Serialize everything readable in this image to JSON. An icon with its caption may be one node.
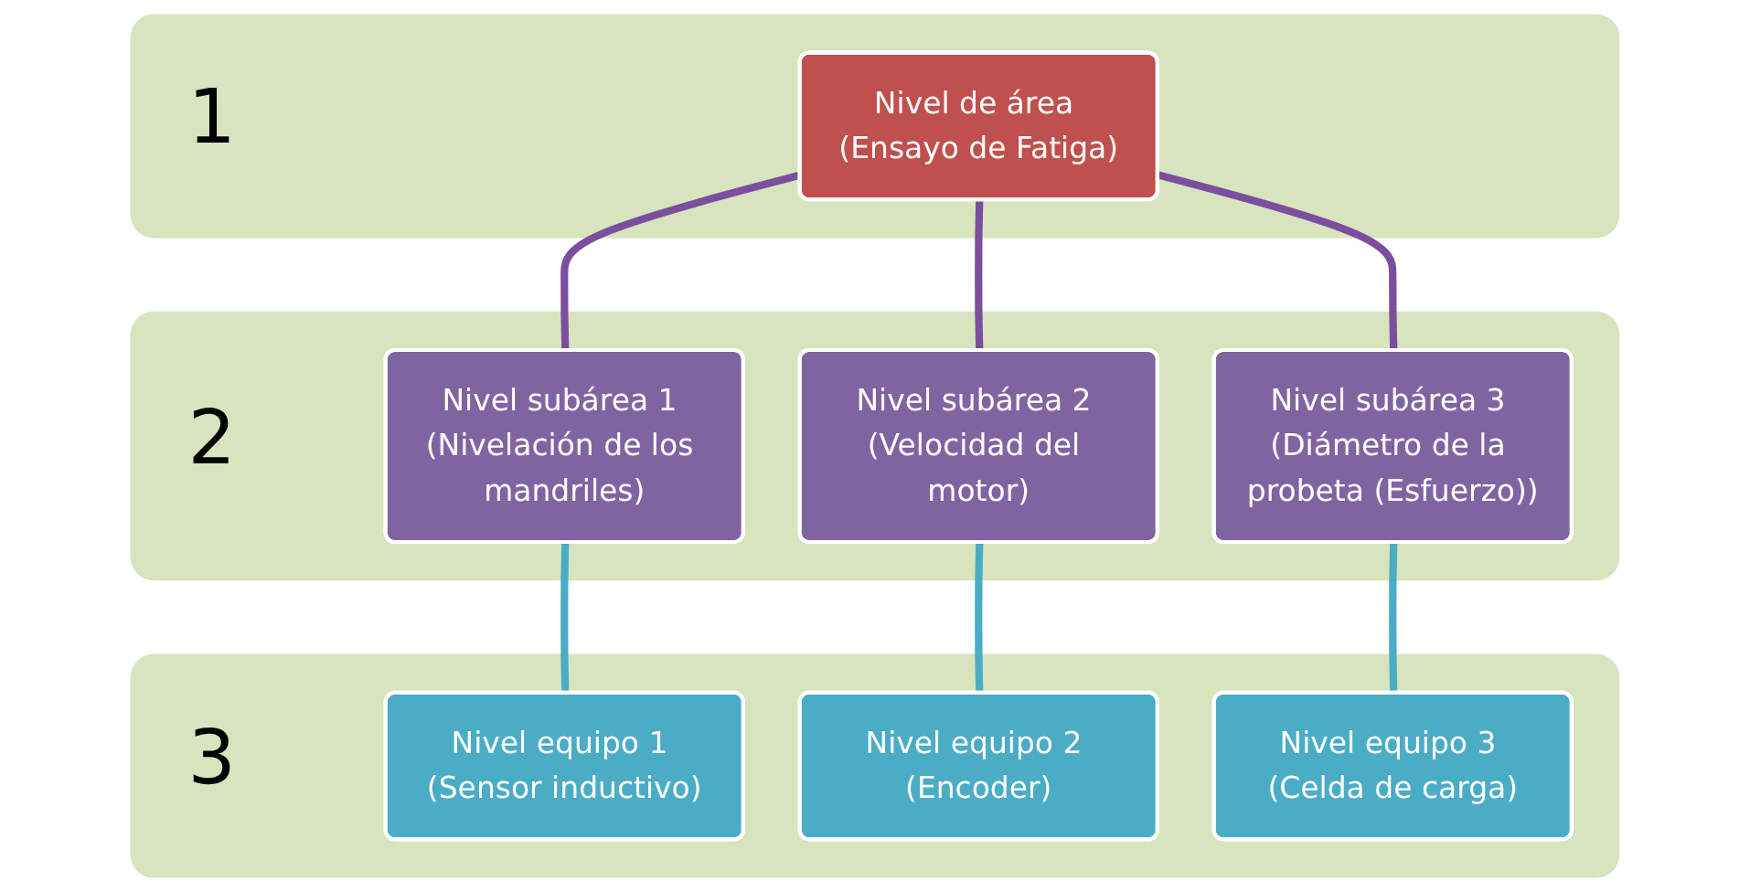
{
  "diagram": {
    "nodes": [
      {
        "text": [
          "1"
        ]
      },
      {
        "text": [
          "Nivel de área (Ensayo de Fatiga)"
        ],
        "in": 0
      },
      {
        "text": [
          "2"
        ]
      },
      {
        "text": [
          "Nivel subárea 1 (Nivelación de los mandriles)"
        ],
        "in": 2
      },
      {
        "text": [
          "Nivel subárea 2 (Velocidad del motor)"
        ],
        "in": 2
      },
      {
        "text": [
          "Nivel subárea 3 (Diámetro de la probeta (Esfuerzo))"
        ],
        "in": 2
      },
      {
        "text": [
          "3"
        ]
      },
      {
        "text": [
          "Nivel equipo 1 (Sensor inductivo)"
        ],
        "in": 6
      },
      {
        "text": [
          "Nivel equipo 2 (Encoder)"
        ],
        "in": 6
      },
      {
        "text": [
          "Nivel equipo 3 (Celda de carga)"
        ],
        "in": 6
      }
    ],
    "edges": [
      {
        "from": 1,
        "to": 3,
        "arrow": "none",
        "color": "#7b4f9d"
      },
      {
        "from": 1,
        "to": 4,
        "arrow": "none",
        "color": "#7b4f9d"
      },
      {
        "from": 1,
        "to": 5,
        "arrow": "none",
        "color": "#7b4f9d"
      },
      {
        "from": 3,
        "to": 7,
        "arrow": "none",
        "color": "#4bacc6"
      },
      {
        "from": 4,
        "to": 8,
        "arrow": "none",
        "color": "#4bacc6"
      },
      {
        "from": 5,
        "to": 9,
        "arrow": "none",
        "color": "#4bacc6"
      }
    ]
  }
}
